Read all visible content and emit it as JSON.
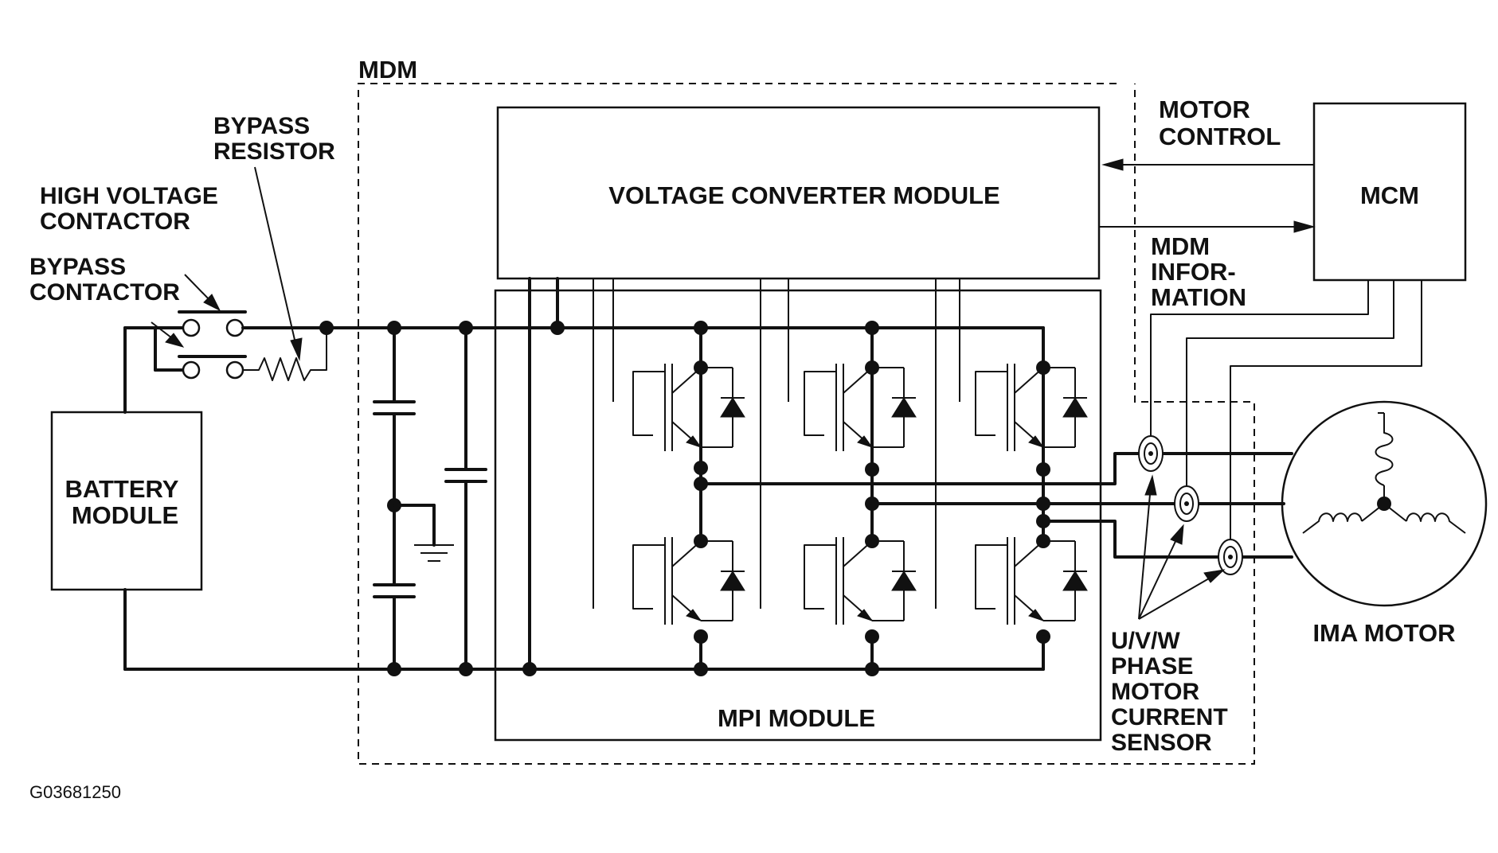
{
  "labels": {
    "mdm": "MDM",
    "bypass_resistor": [
      "BYPASS",
      "RESISTOR"
    ],
    "high_voltage_contactor": [
      "HIGH VOLTAGE",
      "CONTACTOR"
    ],
    "bypass_contactor": [
      "BYPASS",
      "CONTACTOR"
    ],
    "battery_module": [
      "BATTERY",
      "MODULE"
    ],
    "voltage_converter_module": "VOLTAGE CONVERTER MODULE",
    "mpi_module": "MPI MODULE",
    "motor_control": [
      "MOTOR",
      "CONTROL"
    ],
    "mdm_information": [
      "MDM",
      "INFOR-",
      "MATION"
    ],
    "mcm": "MCM",
    "phase_sensor": [
      "U/V/W",
      "PHASE",
      "MOTOR",
      "CURRENT",
      "SENSOR"
    ],
    "ima_motor": "IMA MOTOR",
    "figure_code": "G03681250"
  }
}
